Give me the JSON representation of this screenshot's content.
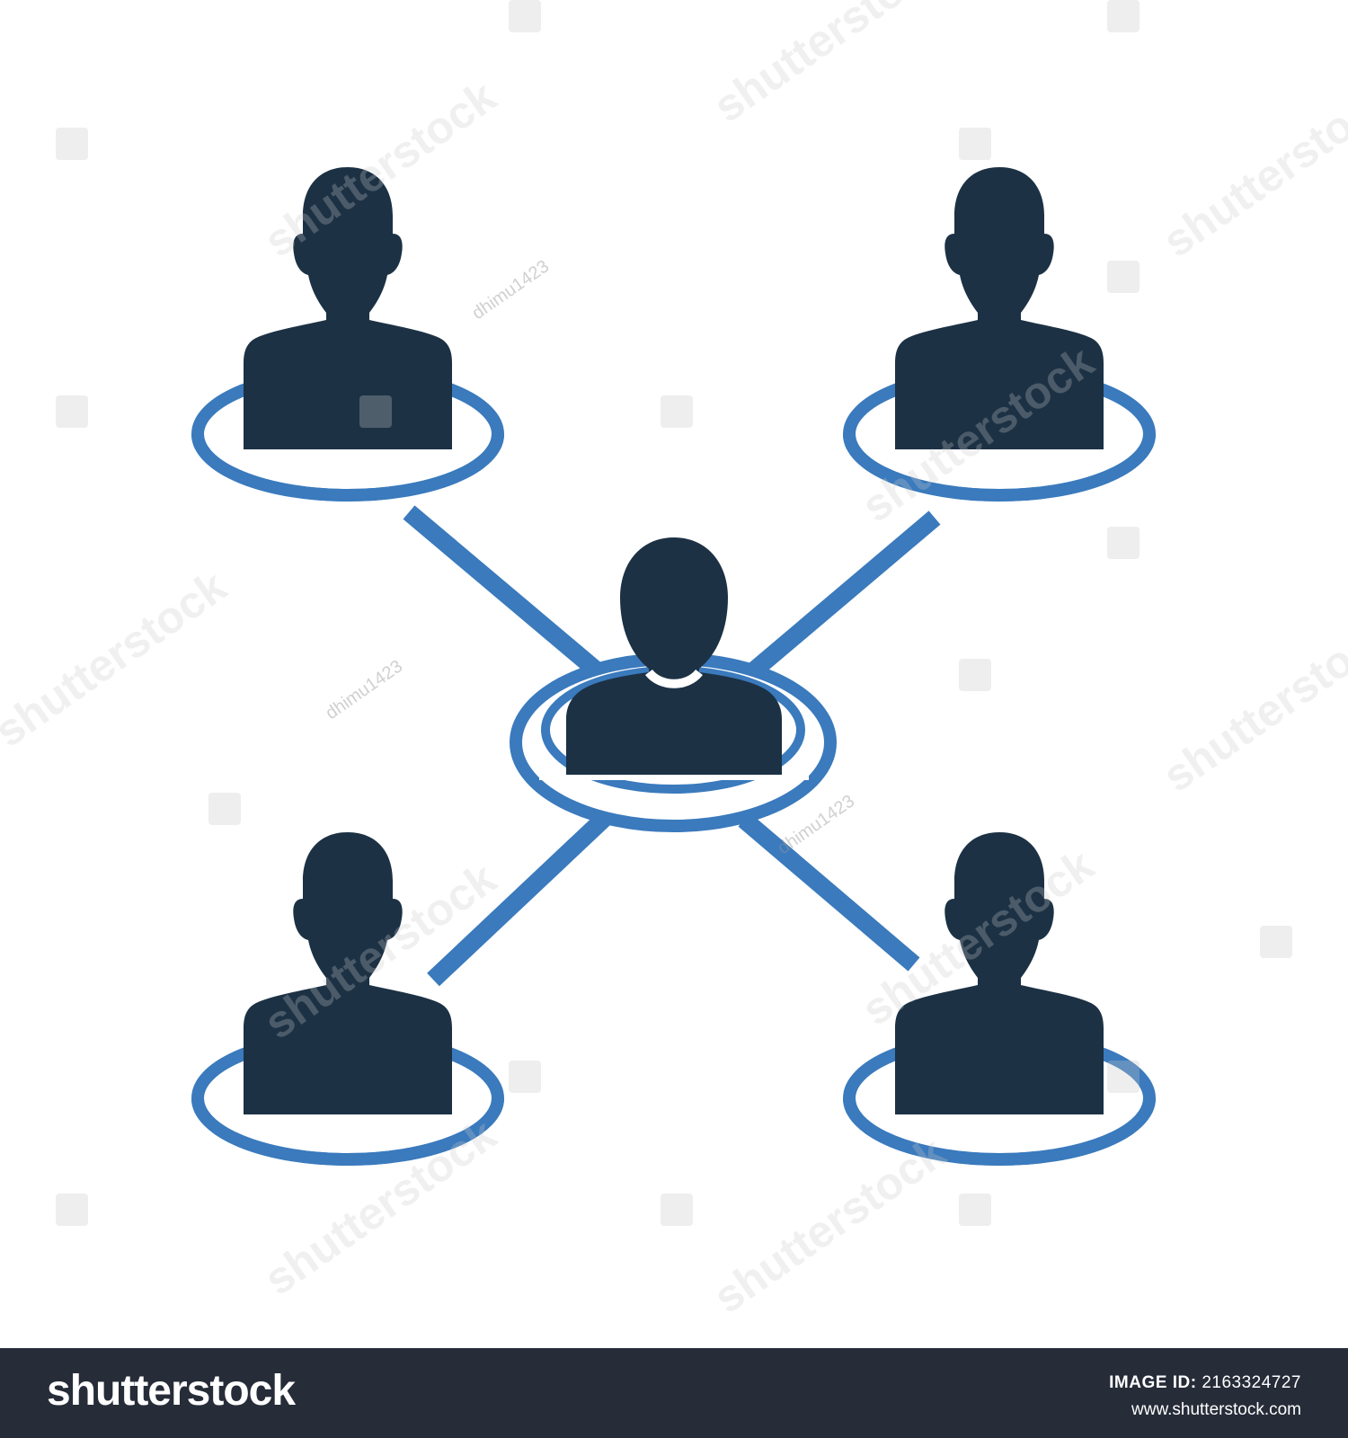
{
  "colors": {
    "person": "#1c3144",
    "ring": "#3a7abd",
    "background": "#ffffff",
    "footer_bg": "#262c38",
    "footer_text": "#ffffff"
  },
  "illustration": {
    "icons": [
      "person-icon",
      "network-connector-line",
      "ring-base"
    ],
    "nodes": [
      {
        "role": "hub",
        "name": "center-person"
      },
      {
        "role": "peer",
        "name": "top-left-person"
      },
      {
        "role": "peer",
        "name": "top-right-person"
      },
      {
        "role": "peer",
        "name": "bottom-left-person"
      },
      {
        "role": "peer",
        "name": "bottom-right-person"
      }
    ]
  },
  "watermark": {
    "brand": "shutterstock",
    "contributor": "dhimu1423"
  },
  "footer": {
    "logo": "shutterstock",
    "image_id_label": "IMAGE ID:",
    "image_id": "2163324727",
    "url": "www.shutterstock.com"
  }
}
